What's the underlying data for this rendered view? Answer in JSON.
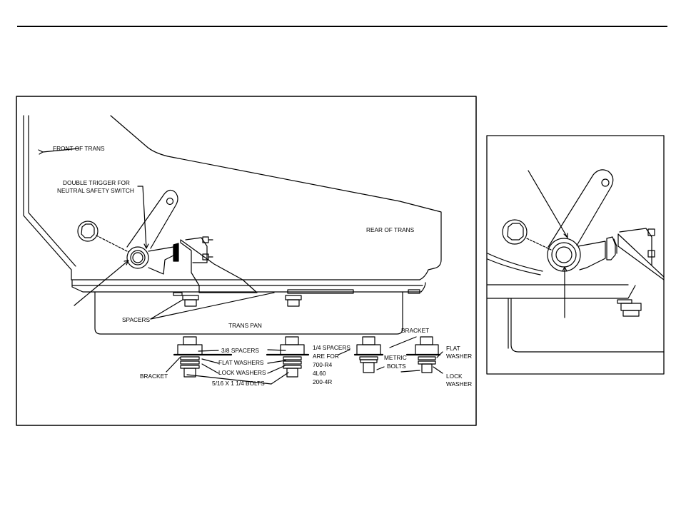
{
  "labels": {
    "front_of_trans": "FRONT OF TRANS",
    "double_trigger_line1": "DOUBLE TRIGGER FOR",
    "double_trigger_line2": "NEUTRAL SAFETY SWITCH",
    "rear_of_trans": "REAR OF TRANS",
    "spacers": "SPACERS",
    "trans_pan": "TRANS PAN",
    "bracket_top": "BRACKET",
    "spacers_3_8": "3/8  SPACERS",
    "flat_washers": "FLAT WASHERS",
    "lock_washers": "LOCK WASHERS",
    "bracket_left": "BRACKET",
    "bolts_5_16": "5/16  X 1 1/4 BOLTS",
    "quarter_spacers_l1": "1/4  SPACERS",
    "quarter_spacers_l2": "ARE FOR",
    "quarter_spacers_l3": "700-R4",
    "quarter_spacers_l4": "4L60",
    "quarter_spacers_l5": "200-4R",
    "metric_l1": "METRIC",
    "metric_l2": "BOLTS",
    "flat_washer_l1": "FLAT",
    "flat_washer_l2": "WASHER",
    "lock_washer_l1": "LOCK",
    "lock_washer_l2": "WASHER"
  }
}
